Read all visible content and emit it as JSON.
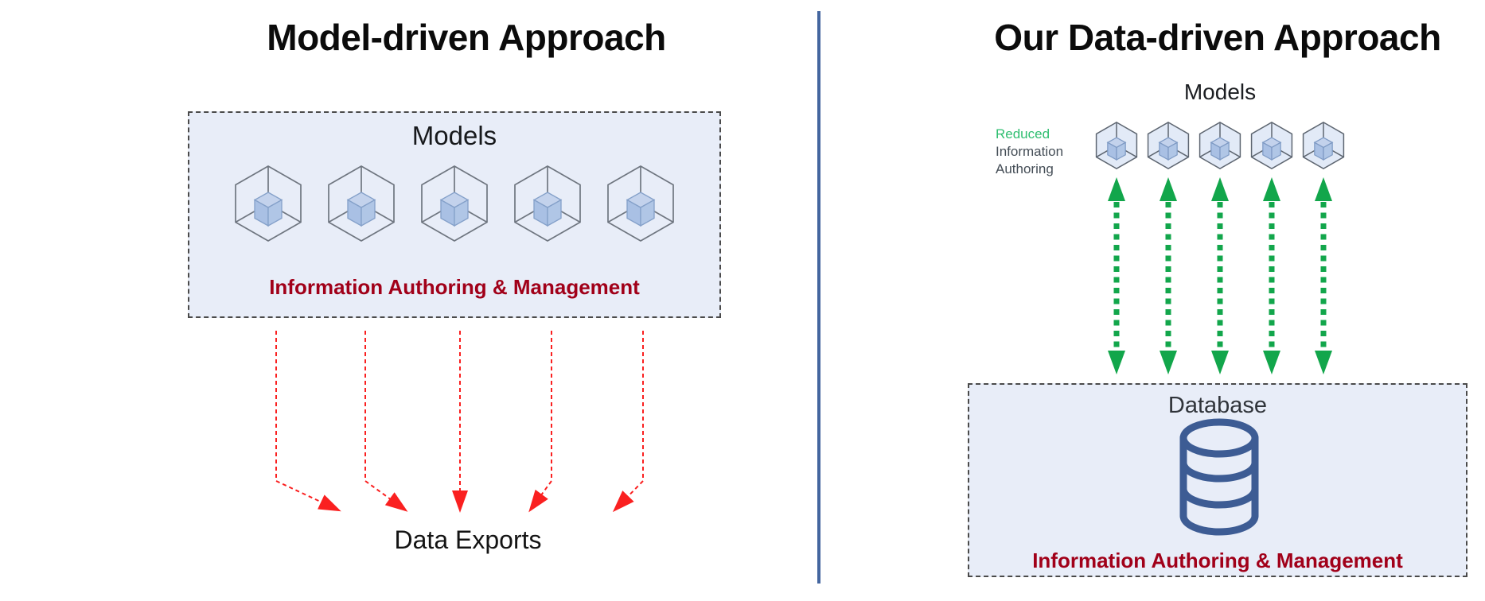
{
  "left_panel": {
    "title": "Model-driven Approach",
    "models_box": {
      "label": "Models",
      "model_count": 5,
      "caption": "Information Authoring & Management"
    },
    "exports_label": "Data Exports"
  },
  "right_panel": {
    "title": "Our Data-driven Approach",
    "models_label": "Models",
    "model_count": 5,
    "annotation": {
      "lines": [
        "Reduced",
        "Information",
        "Authoring"
      ]
    },
    "database_box": {
      "label": "Database",
      "caption": "Information Authoring & Management"
    }
  },
  "icons": {
    "model_cube": "isometric-wireframe-cube-with-solid-blue-inner-cube",
    "database_cylinder": "blue-database-stack",
    "export_arrow": "red-dashed-down-arrow",
    "sync_arrow": "green-dashed-double-headed-vertical-arrow"
  },
  "colors": {
    "box_background": "#e8edf8",
    "box_border": "#4a4a4a",
    "caption_red": "#a10019",
    "export_arrow_red": "#fa2020",
    "sync_arrow_green": "#12a64b",
    "annotation_green": "#2fbe70",
    "annotation_gray": "#444d56",
    "divider_blue": "#44669f",
    "cube_fill_blue": "#a9c0e4",
    "database_blue": "#3d5c94"
  }
}
